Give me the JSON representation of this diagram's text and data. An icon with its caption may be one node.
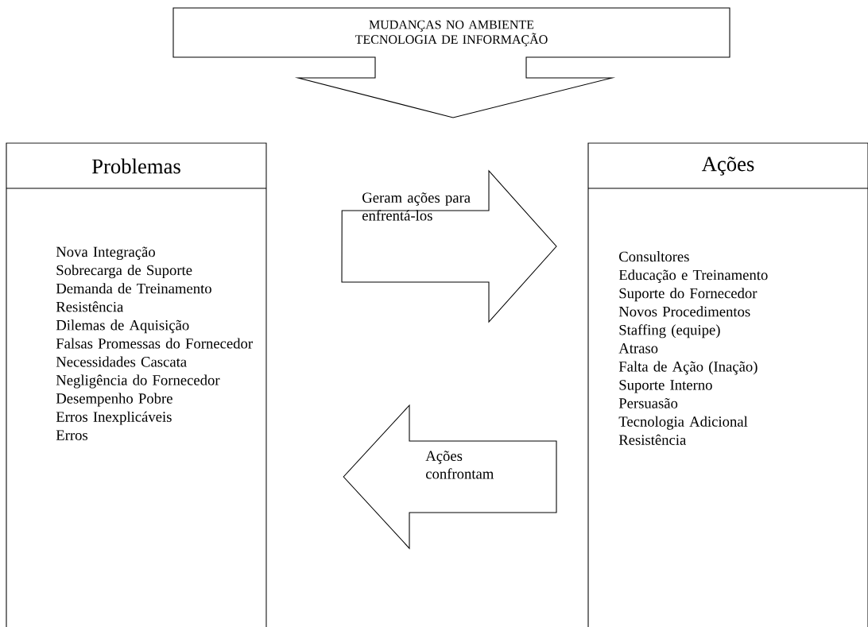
{
  "diagram": {
    "nodes": [
      {
        "text": [
          "MUDANÇAS NO AMBIENTE TECNOLOGIA DE INFORMAÇÃO"
        ]
      },
      {
        "text": [
          "Problemas",
          "Nova Integração",
          "Sobrecarga de Suporte",
          "Demanda de Treinamento",
          "Resistência",
          "Dilemas de Aquisição",
          "Falsas Promessas do Fornecedor",
          "Necessidades Cascata",
          "Negligência do Fornecedor",
          "Desempenho Pobre",
          "Erros Inexplicáveis",
          "Erros"
        ]
      },
      {
        "text": [
          "Ações",
          "Consultores",
          "Educação e Treinamento",
          "Suporte do Fornecedor",
          "Novos Procedimentos",
          "Staffing (equipe)",
          "Atraso",
          "Falta de Ação (Inação)",
          "Suporte Interno",
          "Persuasão",
          "Tecnologia Adicional",
          "Resistência"
        ]
      }
    ],
    "edges": [
      {
        "from": 1,
        "to": 2,
        "arrow": "to",
        "label": "Geram ações para enfrentá-los"
      },
      {
        "from": 2,
        "to": 1,
        "arrow": "to",
        "label": "Ações confrontam"
      }
    ]
  }
}
